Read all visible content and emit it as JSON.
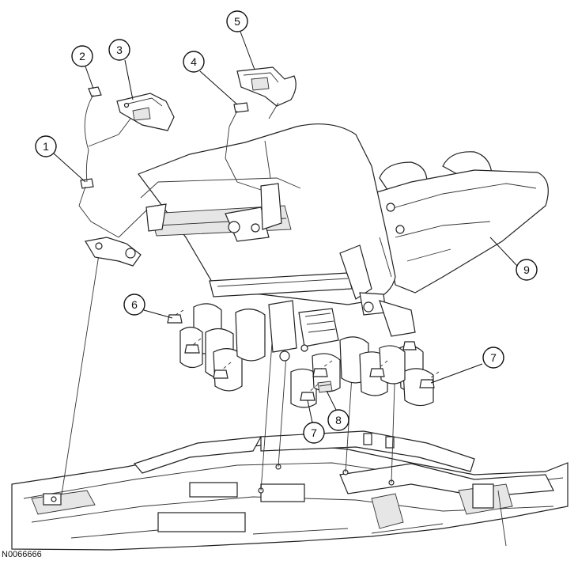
{
  "callouts": [
    {
      "id": "c1",
      "label": "1"
    },
    {
      "id": "c2",
      "label": "2"
    },
    {
      "id": "c3",
      "label": "3"
    },
    {
      "id": "c4",
      "label": "4"
    },
    {
      "id": "c5",
      "label": "5"
    },
    {
      "id": "c6",
      "label": "6"
    },
    {
      "id": "c7a",
      "label": "7"
    },
    {
      "id": "c7b",
      "label": "7"
    },
    {
      "id": "c8",
      "label": "8"
    },
    {
      "id": "c9",
      "label": "9"
    }
  ],
  "figure_code": "N0066666"
}
